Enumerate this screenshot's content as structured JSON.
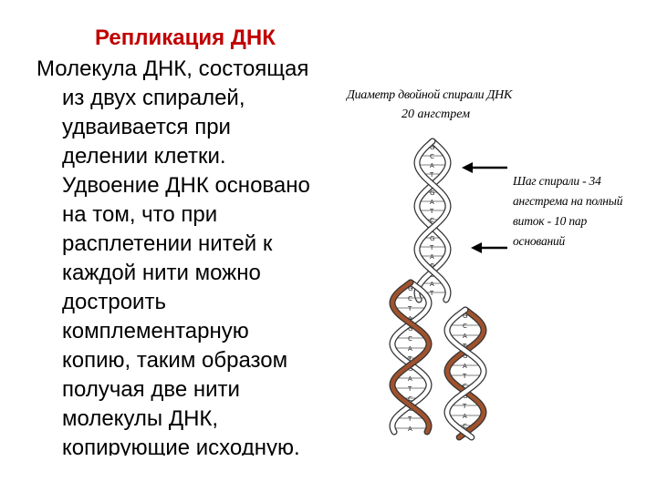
{
  "slide": {
    "title": "Репликация ДНК",
    "body_lines": [
      "Молекула ДНК, состоящая",
      "из двух спиралей,",
      "удваивается при",
      "делении клетки.",
      "Удвоение ДНК основано",
      "на том, что при",
      "расплетении нитей к",
      "каждой нити можно",
      "достроить",
      "комплементарную",
      "копию, таким образом",
      "получая две нити",
      "молекулы ДНК,",
      "копирующие исходную."
    ]
  },
  "figure": {
    "diameter_caption_line1": "Диаметр двойной спирали ДНК",
    "diameter_caption_line2": "20 ангстрем",
    "pitch_caption_line1": "Шаг спирали - 34",
    "pitch_caption_line2": "ангстрема на полный",
    "pitch_caption_line3": "виток - 10 пар",
    "pitch_caption_line4": "оснований",
    "base_letters": [
      "G",
      "C",
      "A",
      "T",
      "G",
      "A",
      "T",
      "C",
      "G",
      "T",
      "A",
      "C",
      "G",
      "A",
      "T",
      "G",
      "C",
      "T",
      "A",
      "G",
      "C",
      "A",
      "T",
      "G",
      "A",
      "T",
      "C",
      "G",
      "T",
      "A"
    ],
    "colors": {
      "title": "#c00000",
      "parent_strand": "#ffffff",
      "new_strand": "#a0522d",
      "outline": "#333333"
    }
  }
}
